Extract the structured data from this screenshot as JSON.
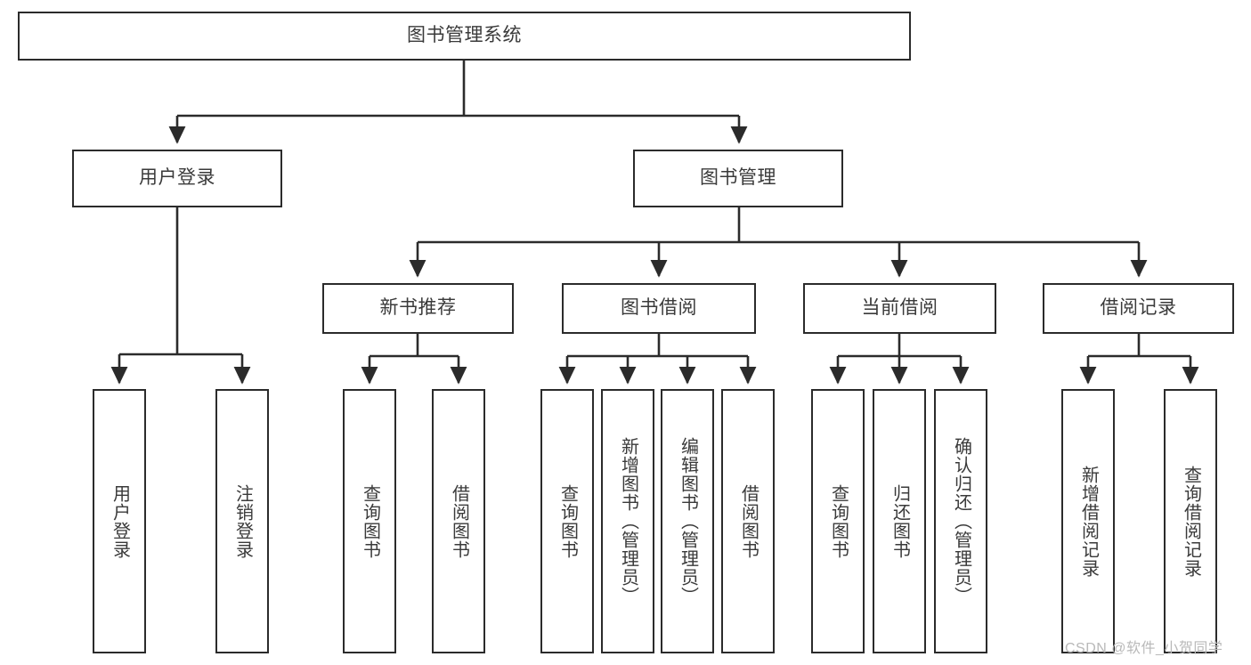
{
  "diagram": {
    "title": "图书管理系统",
    "type": "hierarchy-tree",
    "stroke_color": "#2b2b2b",
    "text_color": "#3a3a3a",
    "background_color": "#ffffff"
  },
  "root": {
    "label": "图书管理系统"
  },
  "level2": [
    {
      "label": "用户登录"
    },
    {
      "label": "图书管理"
    }
  ],
  "level3": [
    {
      "label": "新书推荐"
    },
    {
      "label": "图书借阅"
    },
    {
      "label": "当前借阅"
    },
    {
      "label": "借阅记录"
    }
  ],
  "leaves": {
    "user_login": [
      {
        "label": "用户登录"
      },
      {
        "label": "注销登录"
      }
    ],
    "new_book_recommend": [
      {
        "label": "查询图书"
      },
      {
        "label": "借阅图书"
      }
    ],
    "book_borrow": [
      {
        "label": "查询图书"
      },
      {
        "label": "新增图书（管理员）"
      },
      {
        "label": "编辑图书（管理员）"
      },
      {
        "label": "借阅图书"
      }
    ],
    "current_borrow": [
      {
        "label": "查询图书"
      },
      {
        "label": "归还图书"
      },
      {
        "label": "确认归还（管理员）"
      }
    ],
    "borrow_record": [
      {
        "label": "新增借阅记录"
      },
      {
        "label": "查询借阅记录"
      }
    ]
  },
  "watermark": {
    "text": "CSDN @软件_小贺同学"
  }
}
